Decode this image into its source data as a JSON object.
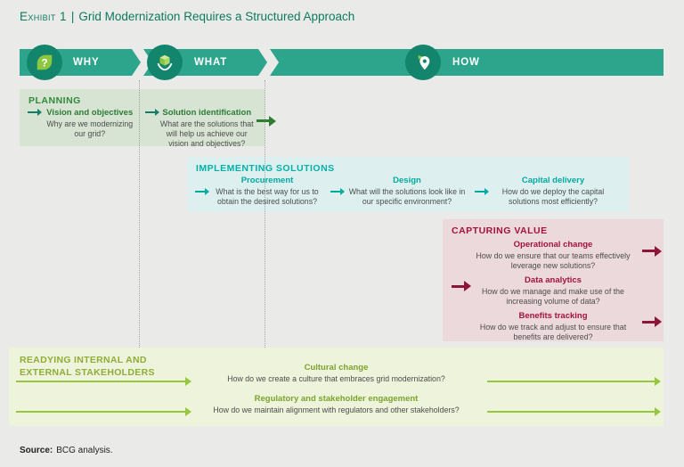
{
  "exhibit": {
    "label": "Exhibit 1",
    "separator": "|",
    "title": "Grid Modernization Requires a Structured Approach"
  },
  "phases": {
    "why": "WHY",
    "what": "WHAT",
    "how": "HOW"
  },
  "planning": {
    "header": "PLANNING",
    "items": [
      {
        "title": "Vision and objectives",
        "question": "Why are we modernizing our grid?"
      },
      {
        "title": "Solution identification",
        "question": "What are the solutions that will help us achieve our vision and objectives?"
      }
    ]
  },
  "implementing": {
    "header": "IMPLEMENTING SOLUTIONS",
    "items": [
      {
        "title": "Procurement",
        "question": "What is the best way for us to obtain the desired solutions?"
      },
      {
        "title": "Design",
        "question": "What will the solutions look like in our specific environment?"
      },
      {
        "title": "Capital delivery",
        "question": "How do we deploy the capital solutions most efficiently?"
      }
    ]
  },
  "capturing": {
    "header": "CAPTURING VALUE",
    "items": [
      {
        "title": "Operational change",
        "question": "How do we ensure that our teams effectively leverage new solutions?"
      },
      {
        "title": "Data analytics",
        "question": "How do we manage and make use of the increasing volume of data?"
      },
      {
        "title": "Benefits tracking",
        "question": "How do we track and adjust to ensure that benefits are delivered?"
      }
    ]
  },
  "readying": {
    "header": "READYING INTERNAL AND EXTERNAL STAKEHOLDERS",
    "items": [
      {
        "title": "Cultural change",
        "question": "How do we create a culture that embraces grid modernization?"
      },
      {
        "title": "Regulatory and stakeholder engagement",
        "question": "How do we maintain alignment with regulators and other stakeholders?"
      }
    ]
  },
  "source": {
    "label": "Source:",
    "text": "BCG analysis."
  },
  "colors": {
    "background": "#eaeae9",
    "banner_teal": "#2da58c",
    "circle_teal": "#12856c",
    "title_green": "#0c7a5e",
    "planning_bg": "#d7e3d3",
    "planning_green": "#2f8a3c",
    "implementing_bg": "#ddf0ef",
    "implementing_teal": "#00b1a8",
    "capturing_bg": "#ecd9db",
    "capturing_crimson": "#a3123d",
    "readying_bg": "#eef3db",
    "readying_green": "#8fad37",
    "arrow_lime": "#95c83e",
    "icon_lime": "#8dc63f"
  }
}
